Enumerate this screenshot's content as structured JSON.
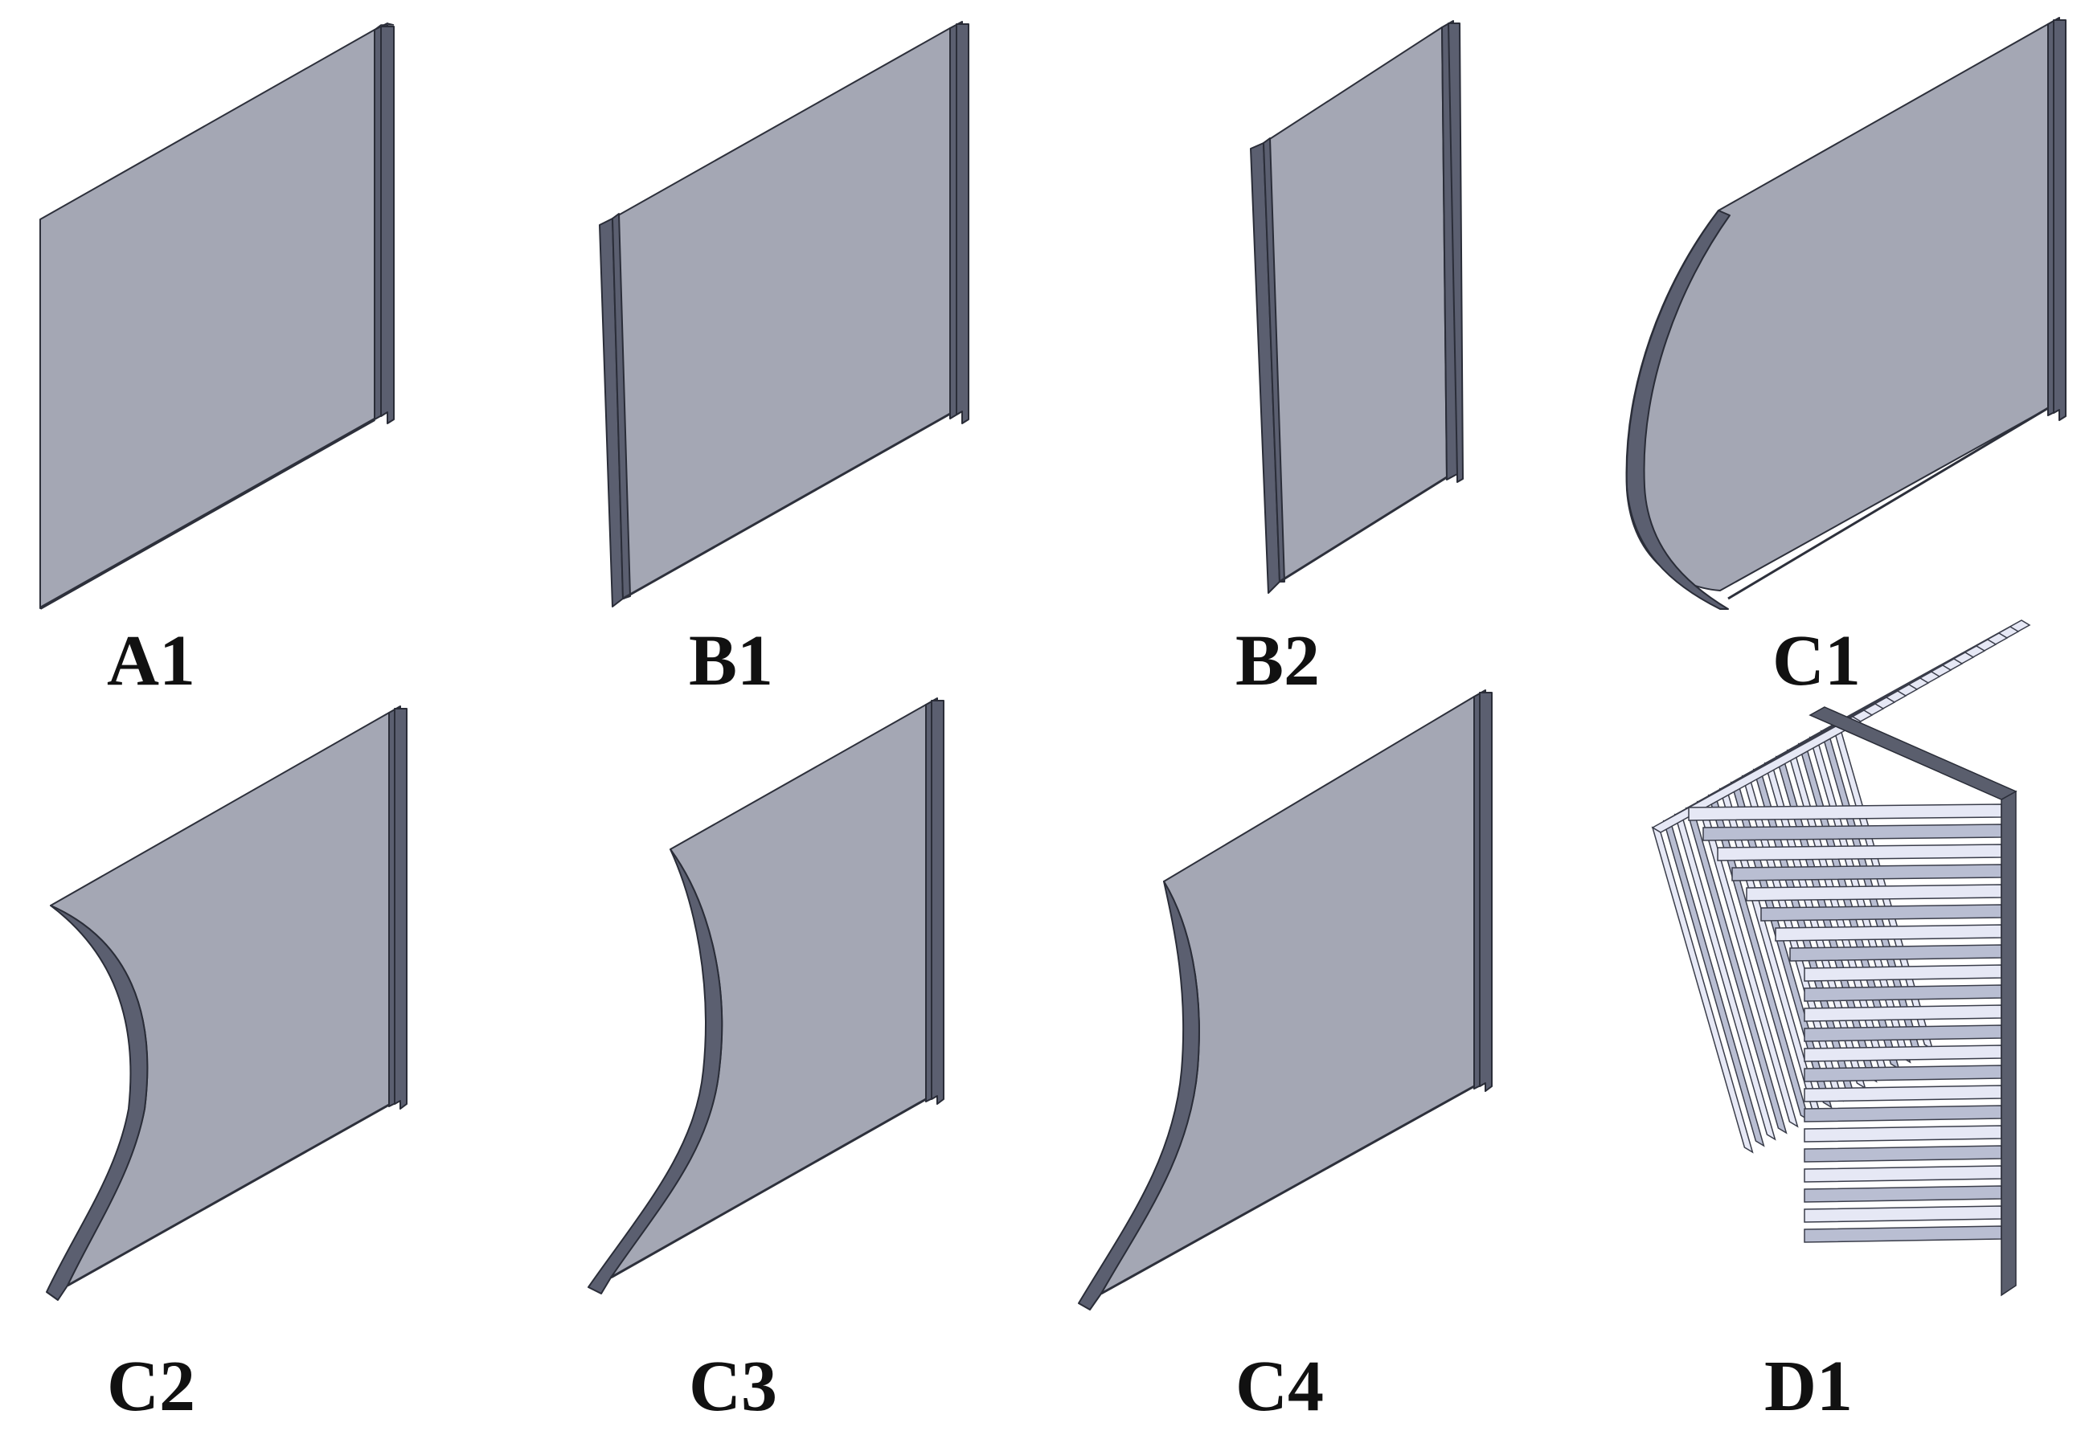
{
  "figure": {
    "panels": [
      {
        "id": "A1",
        "label": "A1",
        "shape": "flat-plate-single-end-strip"
      },
      {
        "id": "B1",
        "label": "B1",
        "shape": "flat-plate-two-end-strips"
      },
      {
        "id": "B2",
        "label": "B2",
        "shape": "narrow-flat-plate-two-end-strips"
      },
      {
        "id": "C1",
        "label": "C1",
        "shape": "convex-curved-edge-plate"
      },
      {
        "id": "C2",
        "label": "C2",
        "shape": "concave-curved-edge-plate"
      },
      {
        "id": "C3",
        "label": "C3",
        "shape": "concave-curved-edge-plate"
      },
      {
        "id": "C4",
        "label": "C4",
        "shape": "concave-curved-edge-plate"
      },
      {
        "id": "D1",
        "label": "D1",
        "shape": "stacked-fin-array"
      }
    ],
    "colors": {
      "plate_face": "#a4a7b4",
      "plate_edge": "#5b5f70",
      "fin_top": "#e6e8f5",
      "outline": "#2d303b",
      "label": "#111111",
      "background": "#ffffff"
    }
  }
}
